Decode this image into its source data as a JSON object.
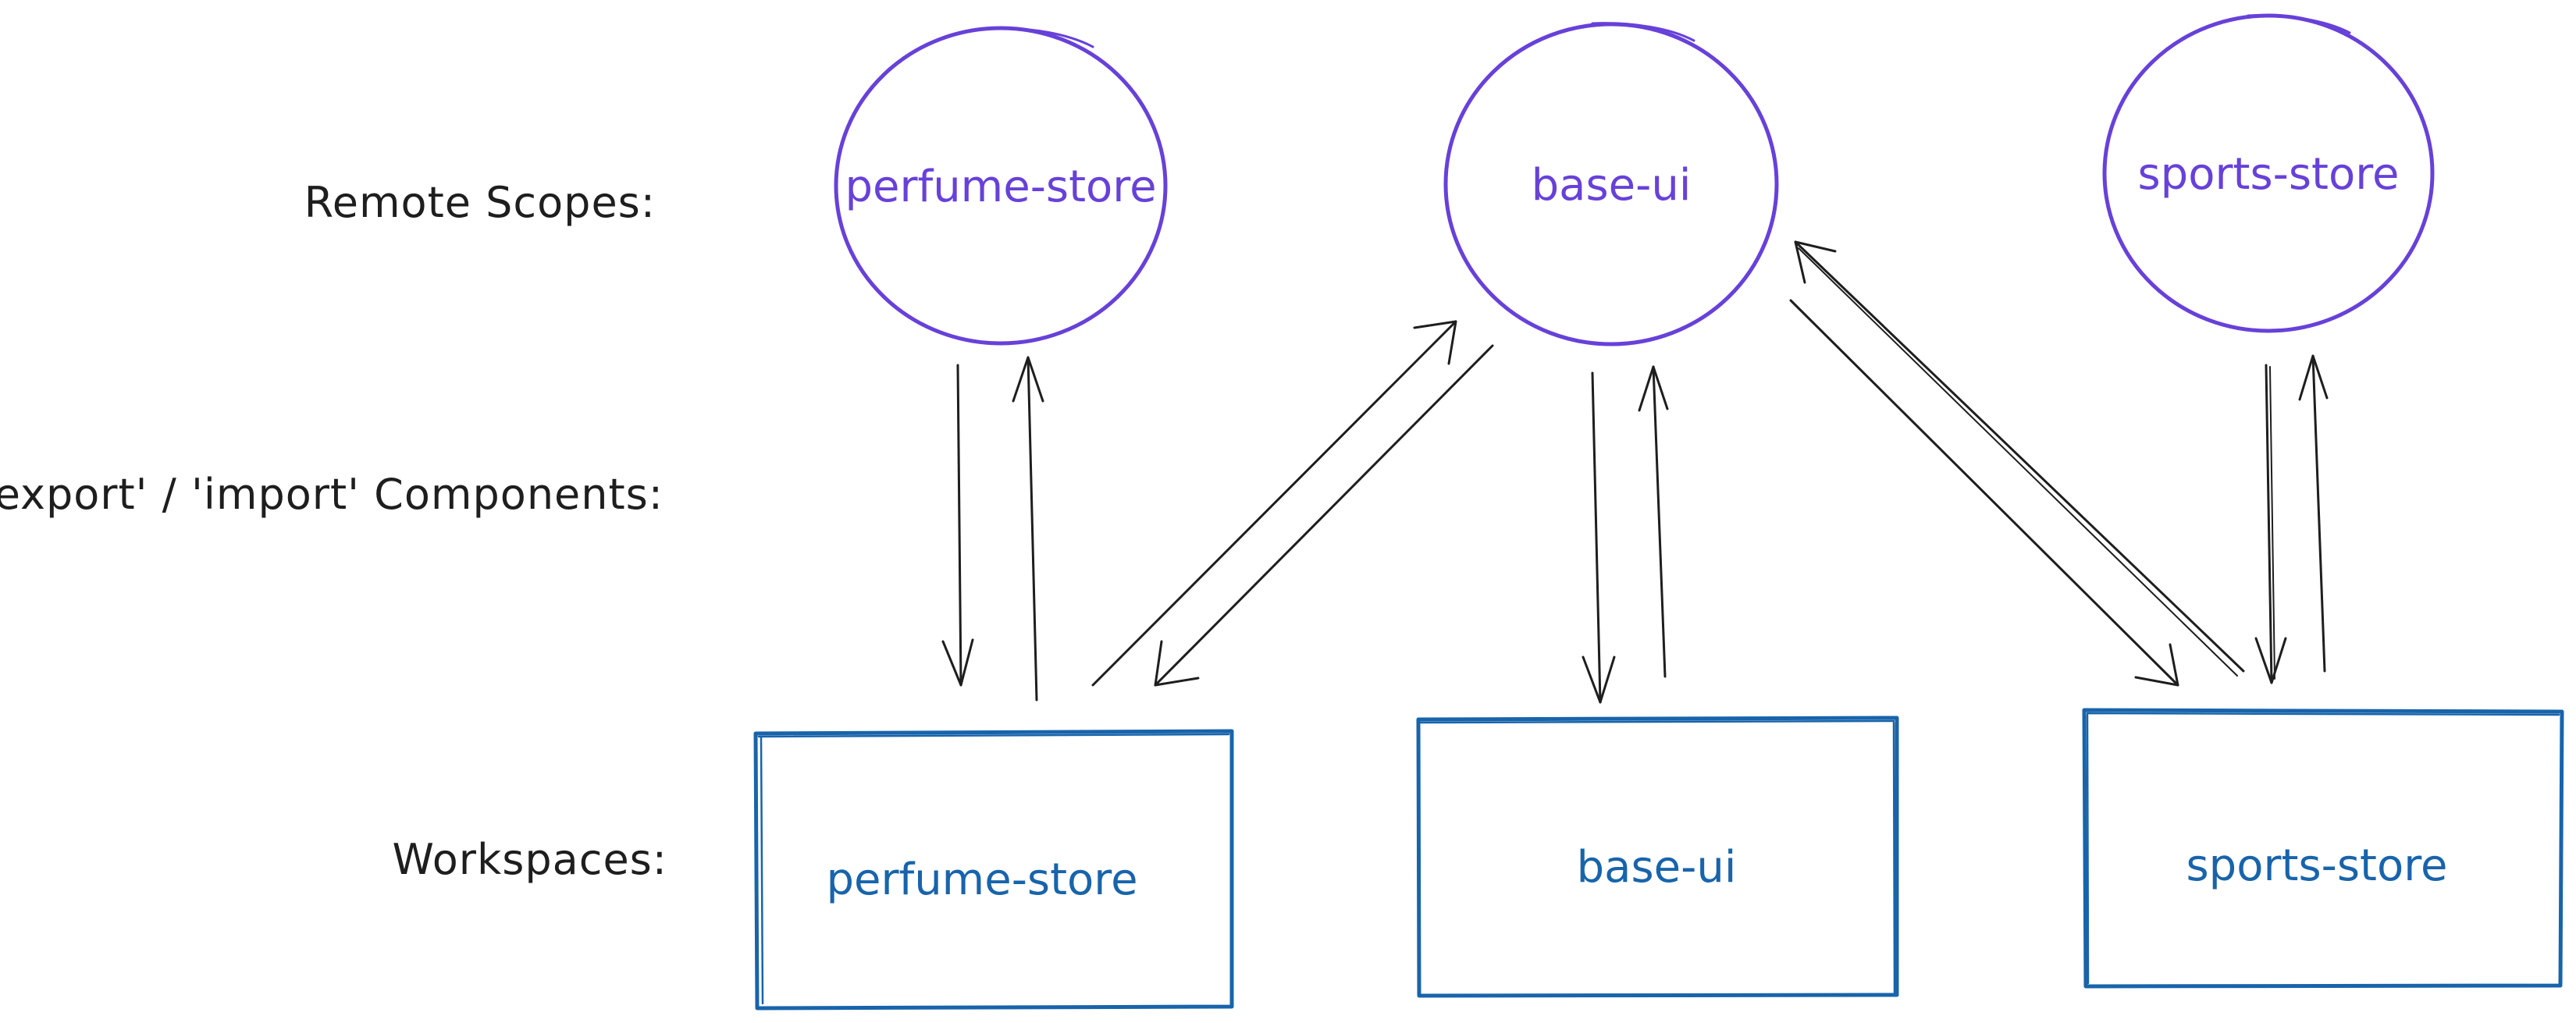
{
  "row_labels": {
    "remote_scopes": "Remote Scopes:",
    "export_import": "'export' / 'import' Components:",
    "workspaces": "Workspaces:"
  },
  "remote_scopes": [
    {
      "id": "perfume-store",
      "label": "perfume-store"
    },
    {
      "id": "base-ui",
      "label": "base-ui"
    },
    {
      "id": "sports-store",
      "label": "sports-store"
    }
  ],
  "workspaces": [
    {
      "id": "perfume-store",
      "label": "perfume-store"
    },
    {
      "id": "base-ui",
      "label": "base-ui"
    },
    {
      "id": "sports-store",
      "label": "sports-store"
    }
  ],
  "colors": {
    "scope_stroke": "#6741d9",
    "scope_text": "#6741d9",
    "workspace_stroke": "#1864ab",
    "workspace_text": "#1864ab",
    "arrow": "#1e1e1e",
    "label": "#1e1e1e"
  }
}
